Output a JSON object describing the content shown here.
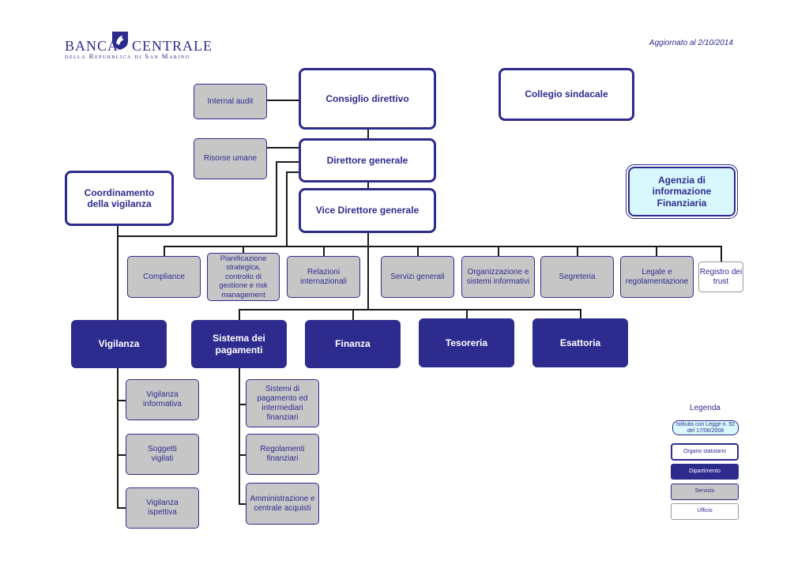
{
  "header": {
    "logo_word_left": "BANCA",
    "logo_word_right": "CENTRALE",
    "logo_subtitle": "della Repubblica di San Marino",
    "updated": "Aggiornato al 2/10/2014"
  },
  "statutory": {
    "board": "Consiglio direttivo",
    "auditors": "Collegio sindacale",
    "director_general": "Direttore generale",
    "vice_director": "Vice Direttore generale",
    "supervision_coordination": "Coordinamento della vigilanza"
  },
  "agency": "Agenzia di informazione Finanziaria",
  "staff_services": {
    "internal_audit": "Internal audit",
    "human_resources": "Risorse umane"
  },
  "services": {
    "compliance": "Compliance",
    "planning": "Pianificazione strategica, controllo di gestione e risk management",
    "international": "Relazioni internazionali",
    "general_services": "Servizi generali",
    "organization": "Organizzazione e sistemi informativi",
    "secretariat": "Segreteria",
    "legal": "Legale e regolamentazione"
  },
  "office": {
    "trust_registry": "Registro dei trust"
  },
  "departments": {
    "supervision": "Vigilanza",
    "payments": "Sistema dei pagamenti",
    "finance": "Finanza",
    "treasury": "Tesoreria",
    "collection": "Esattoria"
  },
  "supervision_services": {
    "informative": "Vigilanza informativa",
    "supervised": "Soggetti vigilati",
    "inspection": "Vigilanza ispettiva"
  },
  "payment_services": {
    "payment_systems": "Sistemi di pagamento ed intermediari finanziari",
    "settlements": "Regolamenti finanziari",
    "administration": "Amministrazione e centrale acquisti"
  },
  "legend": {
    "title": "Legenda",
    "established_by_law": "Istituita con Legge n. 92 del 17/06/2008",
    "statutory_body": "Organo statutario",
    "department": "Dipartimento",
    "service": "Servizio",
    "office": "Ufficio"
  },
  "colors": {
    "primary": "#2e2b8f",
    "service_fill": "#c6c6c6",
    "agency_fill": "#d8f8fe"
  }
}
